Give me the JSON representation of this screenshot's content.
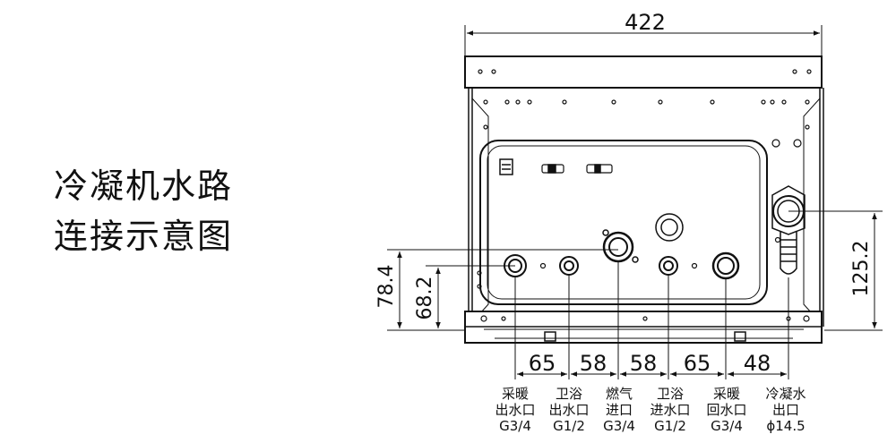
{
  "title": {
    "line1": "冷凝机水路",
    "line2": "连接示意图"
  },
  "dimensions": {
    "overall_width": "422",
    "height_left_outer": "78.4",
    "height_left_inner": "68.2",
    "height_right": "125.2",
    "spacings": [
      "65",
      "58",
      "58",
      "65",
      "48"
    ]
  },
  "connectors": [
    {
      "line1": "采暖",
      "line2": "出水口",
      "line3": "G3/4"
    },
    {
      "line1": "卫浴",
      "line2": "出水口",
      "line3": "G1/2"
    },
    {
      "line1": "燃气",
      "line2": "进口",
      "line3": "G3/4"
    },
    {
      "line1": "卫浴",
      "line2": "进水口",
      "line3": "G1/2"
    },
    {
      "line1": "采暖",
      "line2": "回水口",
      "line3": "G3/4"
    },
    {
      "line1": "冷凝水",
      "line2": "出口",
      "line3": "ϕ14.5"
    }
  ]
}
